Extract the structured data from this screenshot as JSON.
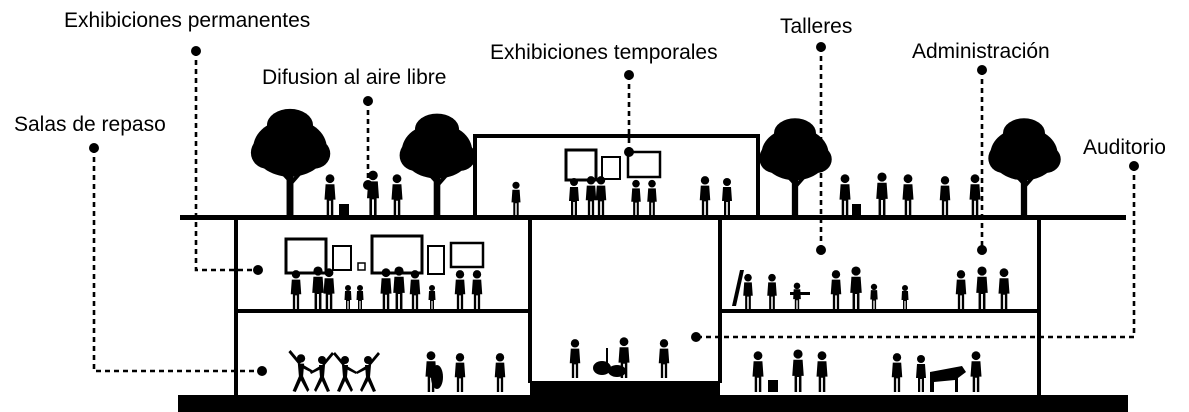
{
  "labels": {
    "exhibiciones_permanentes": "Exhibiciones permanentes",
    "difusion_aire_libre": "Difusion al aire libre",
    "exhibiciones_temporales": "Exhibiciones temporales",
    "talleres": "Talleres",
    "administracion": "Administración",
    "salas_de_repaso": "Salas de repaso",
    "auditorio": "Auditorio"
  },
  "colors": {
    "ink": "#000000",
    "background": "#ffffff"
  }
}
